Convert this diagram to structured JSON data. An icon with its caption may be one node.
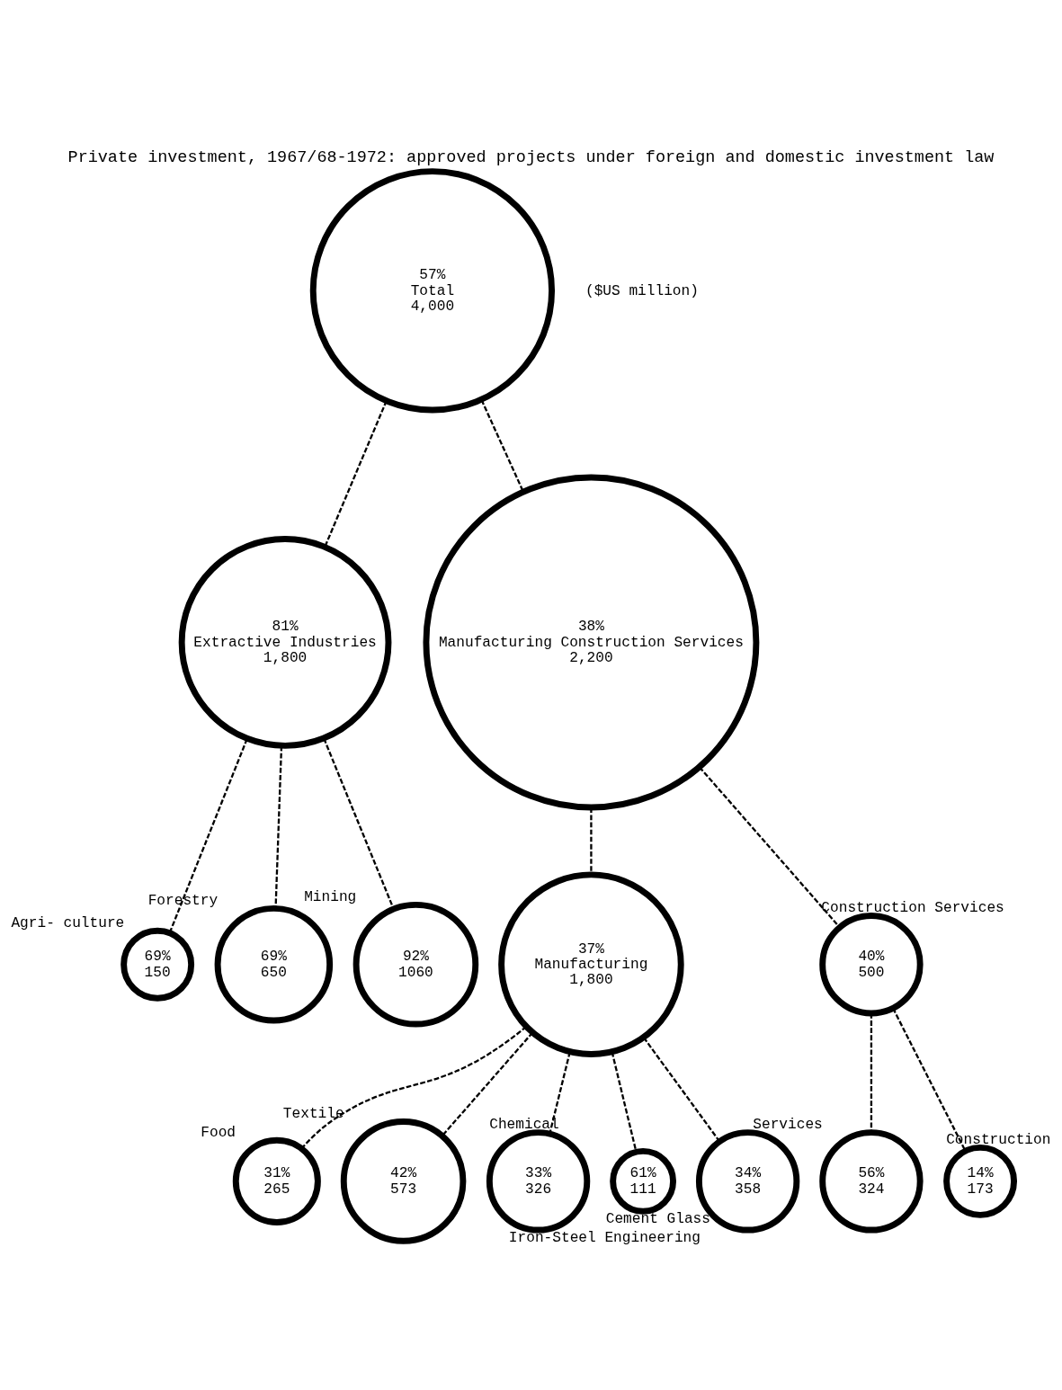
{
  "diagram": {
    "title": "Private investment, 1967/68-1972: approved projects under foreign and domestic investment law",
    "nodes": [
      {
        "text": [
          "57%",
          "Total",
          "4,000"
        ]
      },
      {
        "text": [
          "81%",
          "Extractive Industries",
          "1,800"
        ]
      },
      {
        "text": [
          "38%",
          "Manufacturing Construction Services",
          "2,200"
        ]
      },
      {
        "text": [
          "69%",
          "150"
        ],
        "beside": [
          "Agri- culture"
        ]
      },
      {
        "text": [
          "69%",
          "650"
        ],
        "beside": [
          "Forestry"
        ]
      },
      {
        "text": [
          "92%",
          "1060"
        ],
        "beside": [
          "Mining"
        ]
      },
      {
        "text": [
          "37%",
          "Manufacturing",
          "1,800"
        ]
      },
      {
        "text": [
          "40%",
          "500"
        ],
        "beside": [
          "Construction Services"
        ]
      },
      {
        "text": [
          "31%",
          "265"
        ],
        "beside": [
          "Food"
        ]
      },
      {
        "text": [
          "42%",
          "573"
        ],
        "beside": [
          "Textile"
        ]
      },
      {
        "text": [
          "33%",
          "326"
        ],
        "beside": [
          "Chemical"
        ]
      },
      {
        "text": [
          "61%",
          "111"
        ],
        "beside": [
          "Cement Glass"
        ]
      },
      {
        "text": [
          "34%",
          "358"
        ],
        "beside": [
          "Iron-Steel Engineering"
        ]
      },
      {
        "text": [
          "56%",
          "324"
        ],
        "beside": [
          "Services"
        ]
      },
      {
        "text": [
          "14%",
          "173"
        ],
        "beside": [
          "Construction"
        ]
      }
    ],
    "edges": [
      {
        "from": 0,
        "to": 1,
        "arrow": "none",
        "style": "dashed"
      },
      {
        "from": 0,
        "to": 2,
        "arrow": "none",
        "style": "dashed"
      },
      {
        "from": 1,
        "to": 3,
        "arrow": "none",
        "style": "dashed"
      },
      {
        "from": 1,
        "to": 4,
        "arrow": "none",
        "style": "dashed"
      },
      {
        "from": 1,
        "to": 5,
        "arrow": "none",
        "style": "dashed"
      },
      {
        "from": 2,
        "to": 6,
        "arrow": "none",
        "style": "dashed"
      },
      {
        "from": 2,
        "to": 7,
        "arrow": "none",
        "style": "dashed"
      },
      {
        "from": 6,
        "to": 8,
        "arrow": "none",
        "style": "dashed"
      },
      {
        "from": 6,
        "to": 9,
        "arrow": "none",
        "style": "dashed"
      },
      {
        "from": 6,
        "to": 10,
        "arrow": "none",
        "style": "dashed"
      },
      {
        "from": 6,
        "to": 11,
        "arrow": "none",
        "style": "dashed"
      },
      {
        "from": 6,
        "to": 12,
        "arrow": "none",
        "style": "dashed"
      },
      {
        "from": 7,
        "to": 13,
        "arrow": "none",
        "style": "dashed"
      },
      {
        "from": 7,
        "to": 14,
        "arrow": "none",
        "style": "dashed"
      }
    ],
    "labels": [
      "($US million)"
    ]
  }
}
